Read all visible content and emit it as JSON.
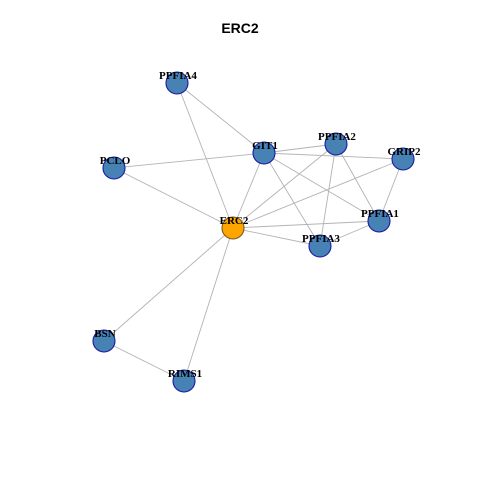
{
  "title": "ERC2",
  "colors": {
    "center": "#FFA500",
    "node": "#4682B4",
    "border": "#1a1aa6",
    "edge": "#b3b3b3"
  },
  "nodes": [
    {
      "id": "ERC2",
      "center": true
    },
    {
      "id": "PPFIA4",
      "center": false
    },
    {
      "id": "GIT1",
      "center": false
    },
    {
      "id": "PPFIA2",
      "center": false
    },
    {
      "id": "GRIP2",
      "center": false
    },
    {
      "id": "PCLO",
      "center": false
    },
    {
      "id": "PPFIA1",
      "center": false
    },
    {
      "id": "PPFIA3",
      "center": false
    },
    {
      "id": "BSN",
      "center": false
    },
    {
      "id": "RIMS1",
      "center": false
    }
  ],
  "edges": [
    [
      "ERC2",
      "PPFIA4"
    ],
    [
      "ERC2",
      "GIT1"
    ],
    [
      "ERC2",
      "PPFIA2"
    ],
    [
      "ERC2",
      "GRIP2"
    ],
    [
      "ERC2",
      "PCLO"
    ],
    [
      "ERC2",
      "PPFIA1"
    ],
    [
      "ERC2",
      "PPFIA3"
    ],
    [
      "ERC2",
      "BSN"
    ],
    [
      "ERC2",
      "RIMS1"
    ],
    [
      "PPFIA4",
      "GIT1"
    ],
    [
      "GIT1",
      "PCLO"
    ],
    [
      "GIT1",
      "PPFIA2"
    ],
    [
      "GIT1",
      "GRIP2"
    ],
    [
      "GIT1",
      "PPFIA1"
    ],
    [
      "GIT1",
      "PPFIA3"
    ],
    [
      "PPFIA2",
      "PPFIA3"
    ],
    [
      "PPFIA2",
      "PPFIA1"
    ],
    [
      "GRIP2",
      "PPFIA1"
    ],
    [
      "PPFIA1",
      "PPFIA3"
    ],
    [
      "BSN",
      "RIMS1"
    ]
  ]
}
